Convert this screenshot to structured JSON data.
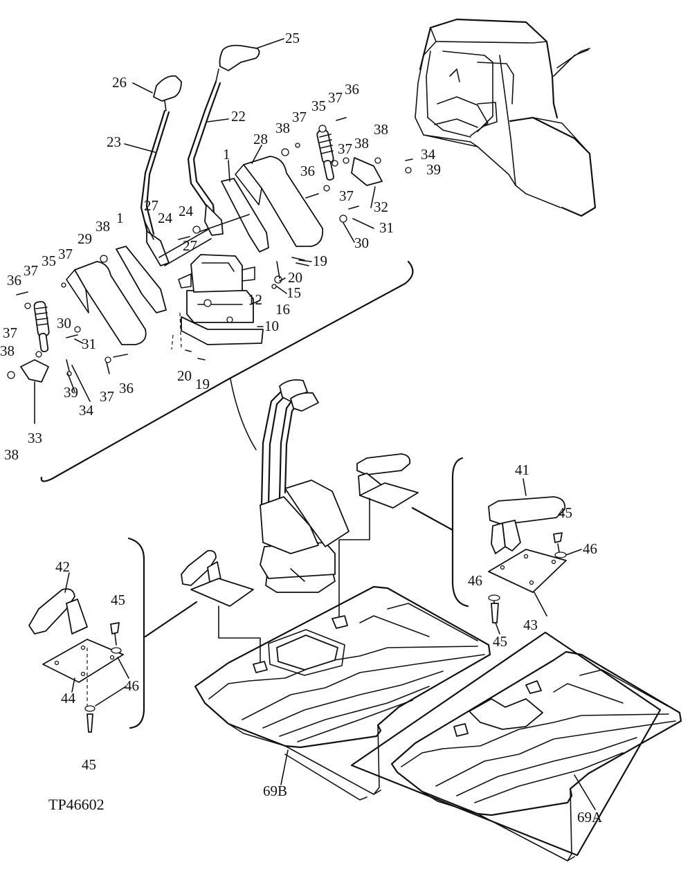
{
  "figure": {
    "code": "TP46602"
  },
  "callouts": [
    {
      "id": "c25",
      "text": "25"
    },
    {
      "id": "c26",
      "text": "26"
    },
    {
      "id": "c22",
      "text": "22"
    },
    {
      "id": "c23",
      "text": "23"
    },
    {
      "id": "c36a",
      "text": "36"
    },
    {
      "id": "c37a",
      "text": "37"
    },
    {
      "id": "c35a",
      "text": "35"
    },
    {
      "id": "c37b",
      "text": "37"
    },
    {
      "id": "c38a",
      "text": "38"
    },
    {
      "id": "c28",
      "text": "28"
    },
    {
      "id": "c1a",
      "text": "1"
    },
    {
      "id": "c38b",
      "text": "38"
    },
    {
      "id": "c37c",
      "text": "37"
    },
    {
      "id": "c38c",
      "text": "38"
    },
    {
      "id": "c34a",
      "text": "34"
    },
    {
      "id": "c39a",
      "text": "39"
    },
    {
      "id": "c36b",
      "text": "36"
    },
    {
      "id": "c37d",
      "text": "37"
    },
    {
      "id": "c32",
      "text": "32"
    },
    {
      "id": "c31a",
      "text": "31"
    },
    {
      "id": "c30a",
      "text": "30"
    },
    {
      "id": "c27a",
      "text": "27"
    },
    {
      "id": "c24a",
      "text": "24"
    },
    {
      "id": "c24b",
      "text": "24"
    },
    {
      "id": "c27b",
      "text": "27"
    },
    {
      "id": "c19a",
      "text": "19"
    },
    {
      "id": "c20a",
      "text": "20"
    },
    {
      "id": "c15",
      "text": "15"
    },
    {
      "id": "c16",
      "text": "16"
    },
    {
      "id": "c12",
      "text": "12"
    },
    {
      "id": "c10",
      "text": "10"
    },
    {
      "id": "c29",
      "text": "29"
    },
    {
      "id": "c38d",
      "text": "38"
    },
    {
      "id": "c1b",
      "text": "1"
    },
    {
      "id": "c35b",
      "text": "35"
    },
    {
      "id": "c37e",
      "text": "37"
    },
    {
      "id": "c37f",
      "text": "37"
    },
    {
      "id": "c36c",
      "text": "36"
    },
    {
      "id": "c30b",
      "text": "30"
    },
    {
      "id": "c31b",
      "text": "31"
    },
    {
      "id": "c37g",
      "text": "37"
    },
    {
      "id": "c38e",
      "text": "38"
    },
    {
      "id": "c39b",
      "text": "39"
    },
    {
      "id": "c34b",
      "text": "34"
    },
    {
      "id": "c37h",
      "text": "37"
    },
    {
      "id": "c36d",
      "text": "36"
    },
    {
      "id": "c20b",
      "text": "20"
    },
    {
      "id": "c19b",
      "text": "19"
    },
    {
      "id": "c33",
      "text": "33"
    },
    {
      "id": "c38f",
      "text": "38"
    },
    {
      "id": "c41",
      "text": "41"
    },
    {
      "id": "c45a",
      "text": "45"
    },
    {
      "id": "c46a",
      "text": "46"
    },
    {
      "id": "c46b",
      "text": "46"
    },
    {
      "id": "c43",
      "text": "43"
    },
    {
      "id": "c45b",
      "text": "45"
    },
    {
      "id": "c42",
      "text": "42"
    },
    {
      "id": "c45c",
      "text": "45"
    },
    {
      "id": "c46c",
      "text": "46"
    },
    {
      "id": "c44",
      "text": "44"
    },
    {
      "id": "c45d",
      "text": "45"
    },
    {
      "id": "c69b",
      "text": "69B"
    },
    {
      "id": "c69a",
      "text": "69A"
    }
  ]
}
